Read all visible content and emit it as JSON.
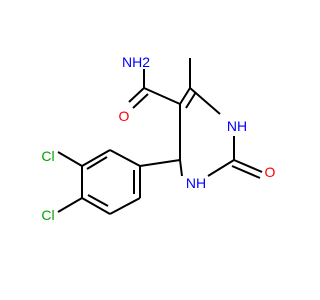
{
  "colors": {
    "background": "#ffffff",
    "bond": "#000000",
    "nitrogen": "#0000ff",
    "oxygen": "#ff0000",
    "chlorine": "#00a300"
  },
  "labels": {
    "amide_nh2": "NH2",
    "amide_o": "O",
    "ring_n1h": "NH",
    "ring_n3h": "NH",
    "urea_o": "O",
    "cl_meta": "Cl",
    "cl_para": "Cl"
  }
}
